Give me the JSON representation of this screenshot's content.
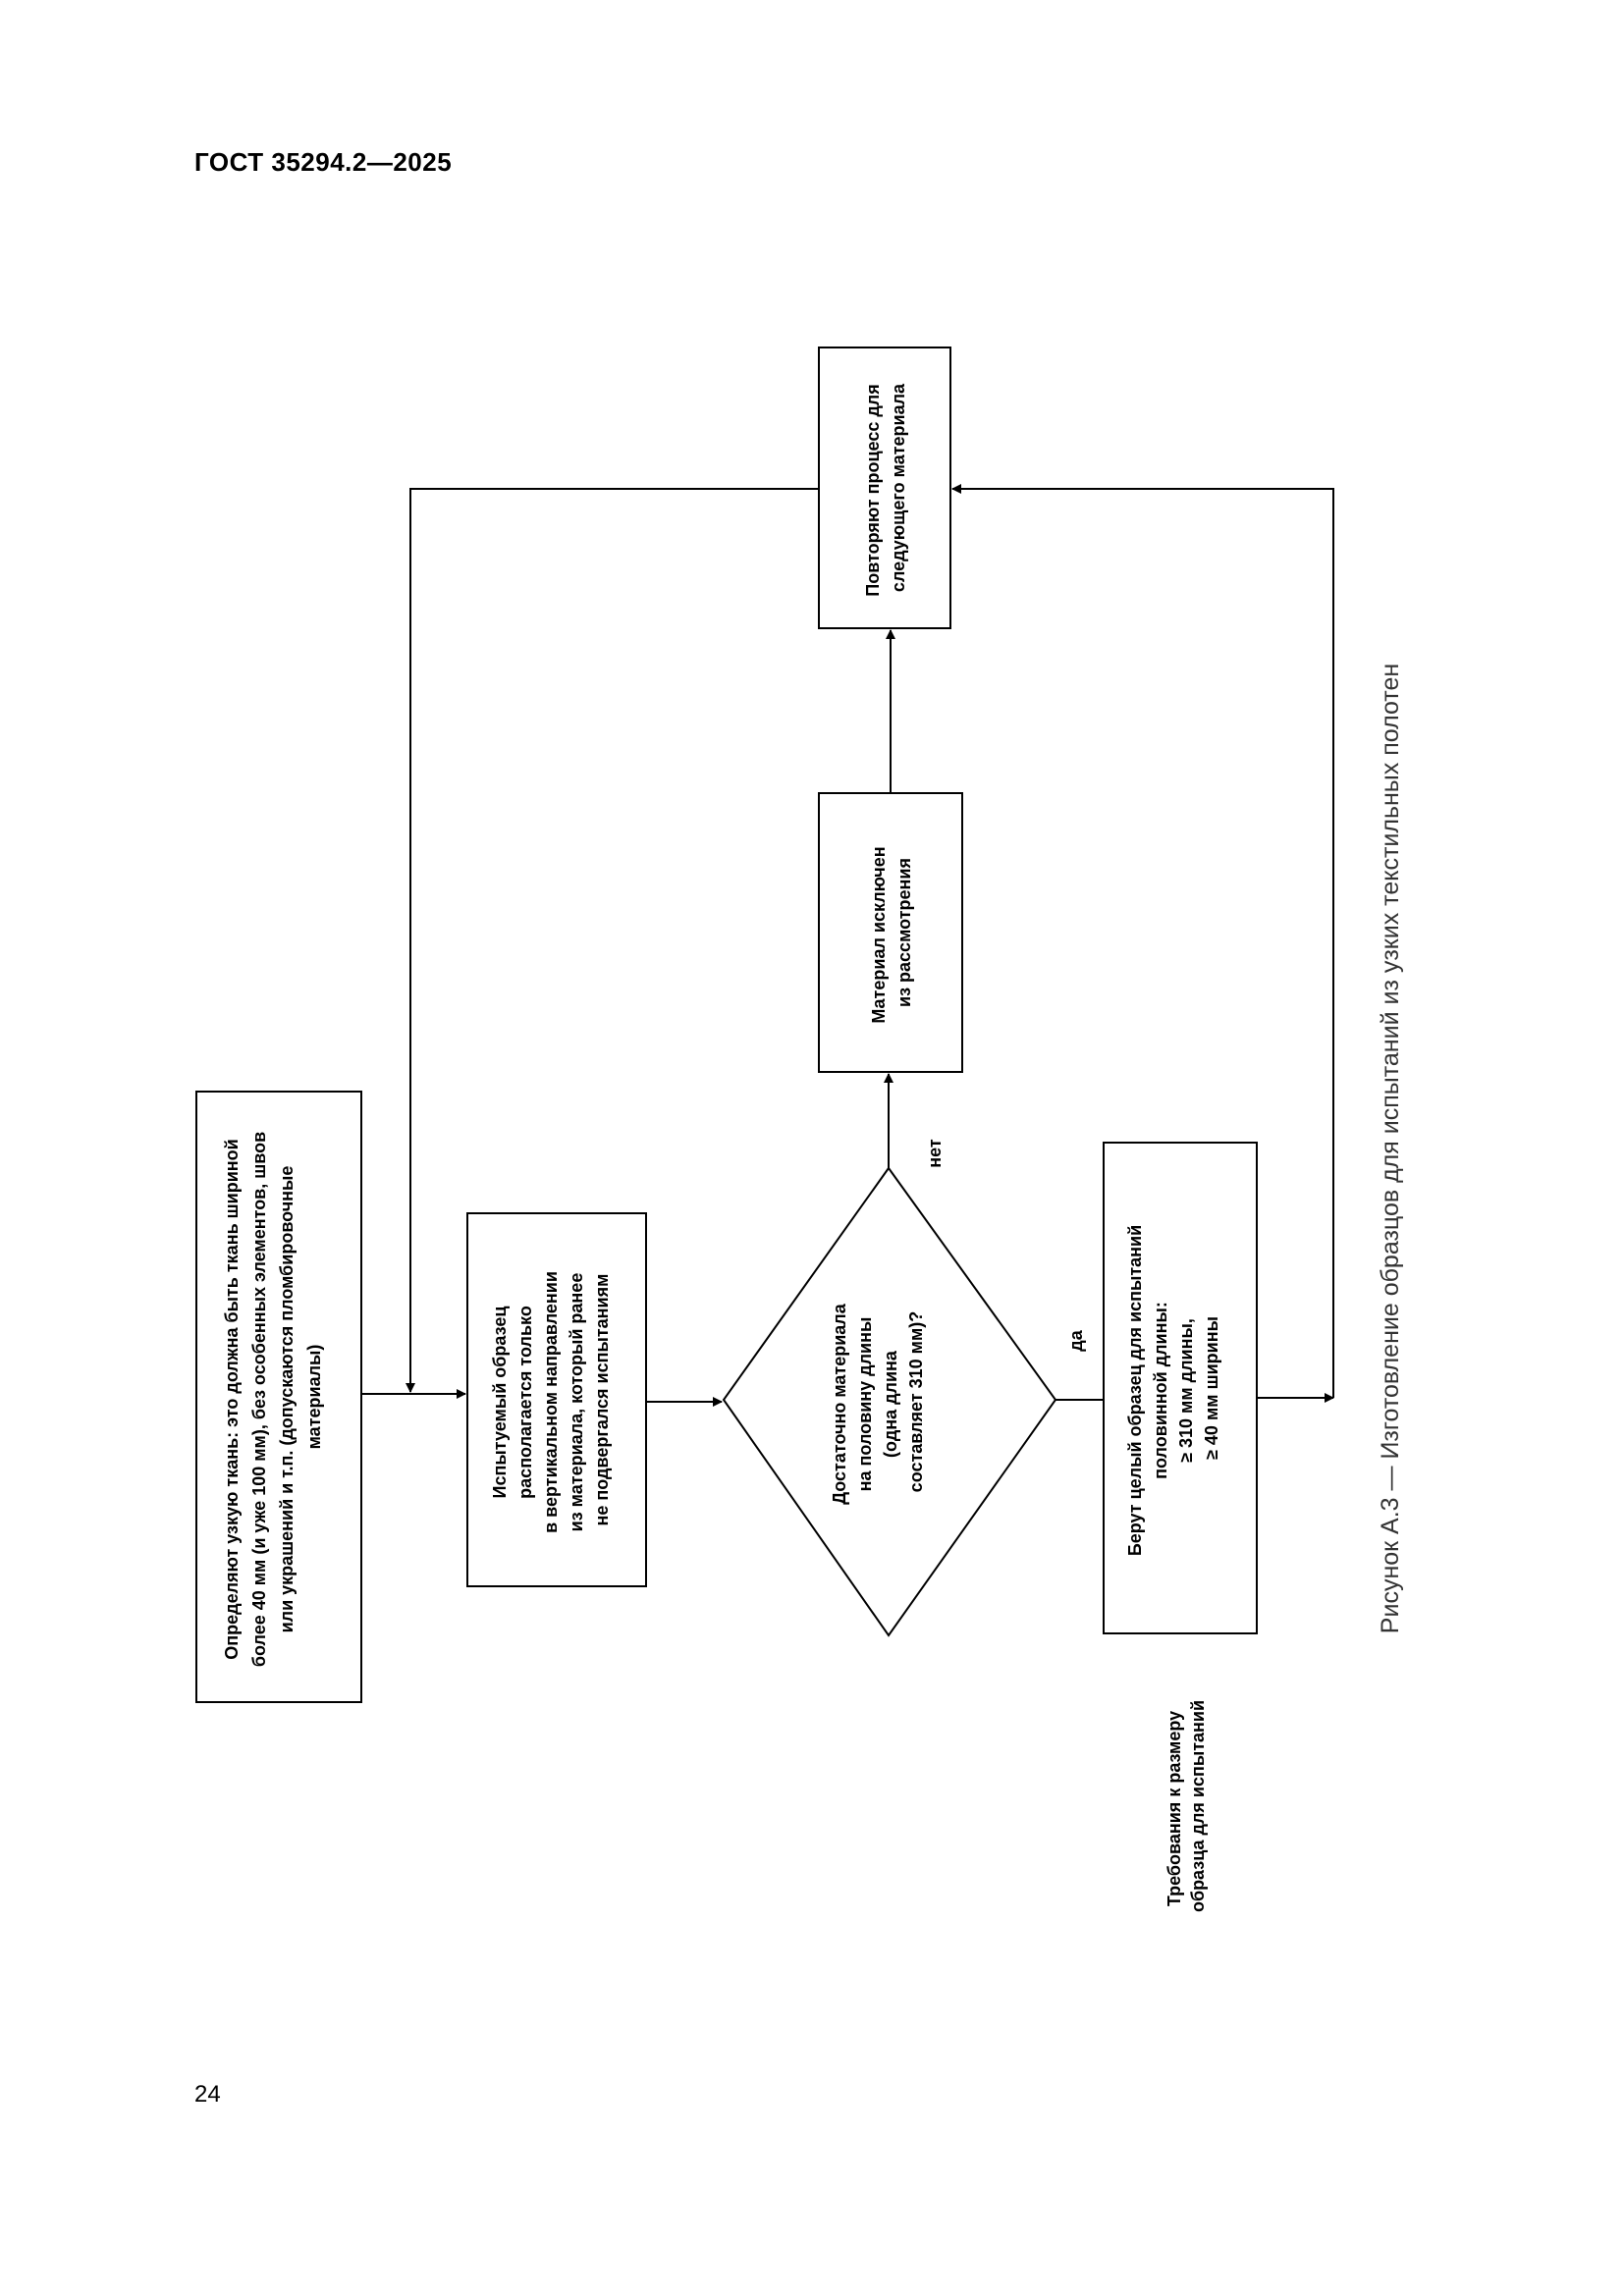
{
  "header": {
    "doc_id": "ГОСТ 35294.2—2025"
  },
  "page_number": "24",
  "figure_caption": "Рисунок А.3 — Изготовление образцов для испытаний из узких текстильных полотен",
  "flowchart": {
    "define_box": [
      "Определяют узкую ткань: это должна быть ткань шириной",
      "более 40 мм (и уже 100 мм), без особенных элементов, швов",
      "или украшений  и т.п. (допускаются  пломбировочные",
      "материалы)"
    ],
    "sample_box": [
      "Испытуемый образец",
      "располагается только",
      "в  вертикальном направлении",
      "из  материала, который ранее",
      "не  подвергался испытаниям"
    ],
    "decision": [
      "Достаточно  материала",
      "на  половину длины",
      "(одна длина",
      "составляет 310  мм)?"
    ],
    "no_label": "нет",
    "yes_label": "да",
    "excluded_box": [
      "Материал исключен",
      "из рассмотрения"
    ],
    "repeat_box": [
      "Повторяют процесс для",
      "следующего материала"
    ],
    "take_sample_box": [
      "Берут целый образец для испытаний",
      "половинной длины:",
      "≥ 310 мм длины,",
      "≥ 40 мм ширины"
    ],
    "requirements_label": [
      "Требования к размеру",
      "образца для испытаний"
    ]
  }
}
